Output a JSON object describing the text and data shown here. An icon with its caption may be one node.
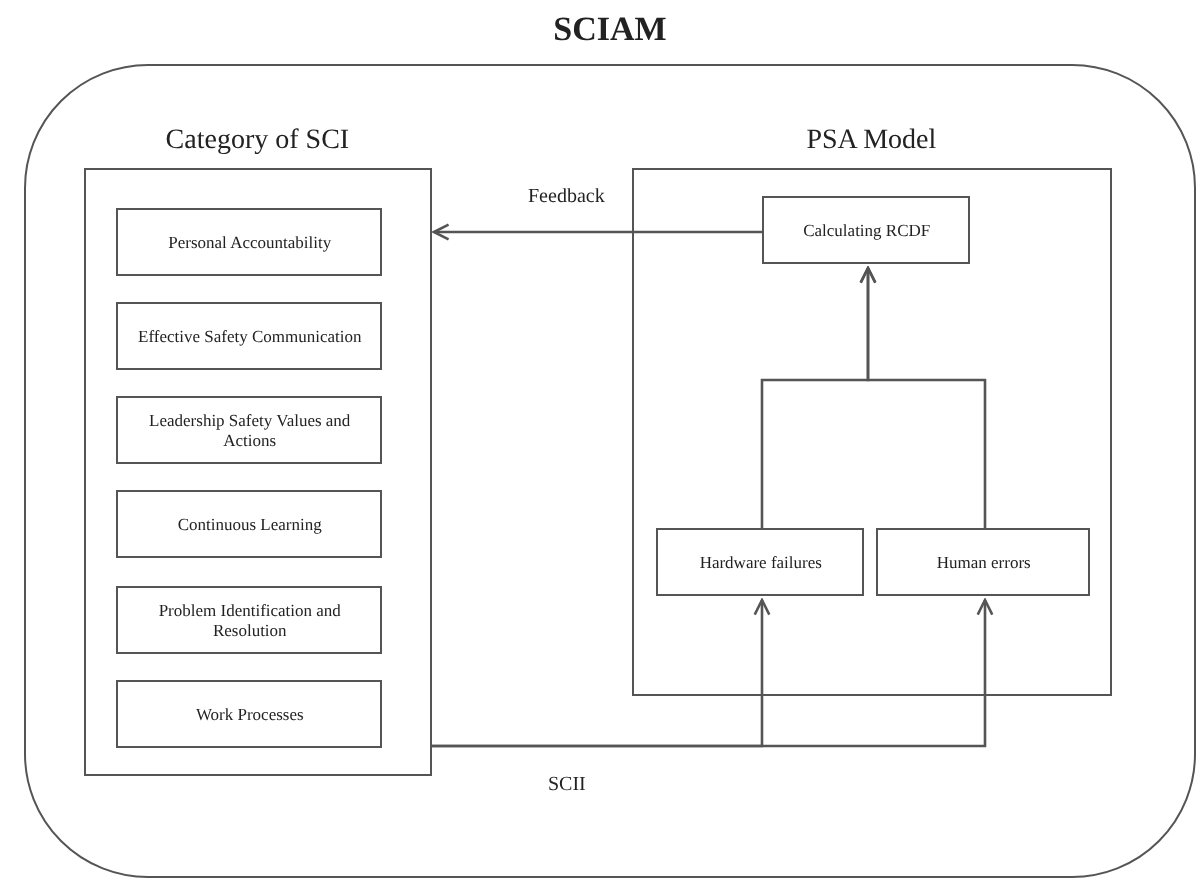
{
  "diagram": {
    "nodes": [
      {
        "text": [
          "SCIAM"
        ]
      },
      {
        "text": [
          "Category of SCI"
        ],
        "in": 0
      },
      {
        "text": [
          "Personal Accountability"
        ],
        "in": 1
      },
      {
        "text": [
          "Effective Safety Communication"
        ],
        "in": 1
      },
      {
        "text": [
          "Leadership Safety Values and Actions"
        ],
        "in": 1
      },
      {
        "text": [
          "Continuous Learning"
        ],
        "in": 1
      },
      {
        "text": [
          "Problem Identification and Resolution"
        ],
        "in": 1
      },
      {
        "text": [
          "Work Processes"
        ],
        "in": 1
      },
      {
        "text": [
          "PSA Model"
        ],
        "in": 0
      },
      {
        "text": [
          "Calculating RCDF"
        ],
        "in": 8
      },
      {
        "text": [
          "Hardware failures"
        ],
        "in": 8
      },
      {
        "text": [
          "Human errors"
        ],
        "in": 8
      }
    ],
    "edges": [
      {
        "from": 9,
        "to": 1,
        "arrow": "to",
        "label": "Feedback"
      },
      {
        "from": 10,
        "to": 9,
        "arrow": "to"
      },
      {
        "from": 11,
        "to": 9,
        "arrow": "to"
      },
      {
        "from": 1,
        "to": 10,
        "arrow": "to",
        "label": "SCII"
      },
      {
        "from": 1,
        "to": 11,
        "arrow": "to"
      }
    ]
  }
}
